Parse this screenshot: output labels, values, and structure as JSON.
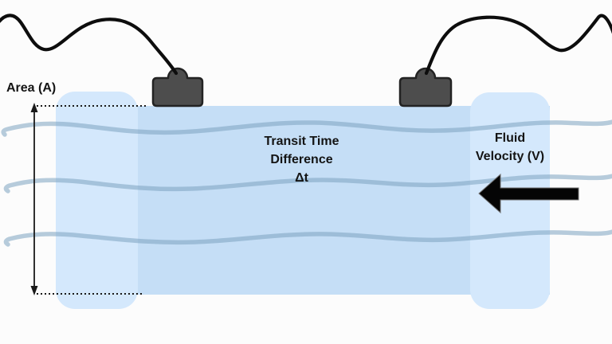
{
  "diagram": {
    "type": "ultrasonic-transit-time-flow-meter",
    "labels": {
      "area": "Area (A)",
      "transit_time": [
        "Transit Time",
        "Difference",
        "Δt"
      ],
      "fluid_velocity": [
        "Fluid",
        "Velocity (V)"
      ]
    },
    "icons": {
      "transducer": "ultrasonic-transducer-icon",
      "cable": "sensor-cable-icon",
      "flow_arrow": "left-arrow-icon",
      "area_measure": "double-headed-vertical-arrow-icon"
    },
    "colors": {
      "background": "#fcfcfc",
      "pipe_body": "#c5def6",
      "pipe_caps": "#d4e8fc",
      "wave": "#7ca3c0",
      "transducer": "#4d4d4d",
      "transducer_outline": "#232323",
      "cable": "#0d0d0d",
      "measure": "#1a1a1a",
      "arrow": "#050505",
      "text": "#141414"
    }
  }
}
